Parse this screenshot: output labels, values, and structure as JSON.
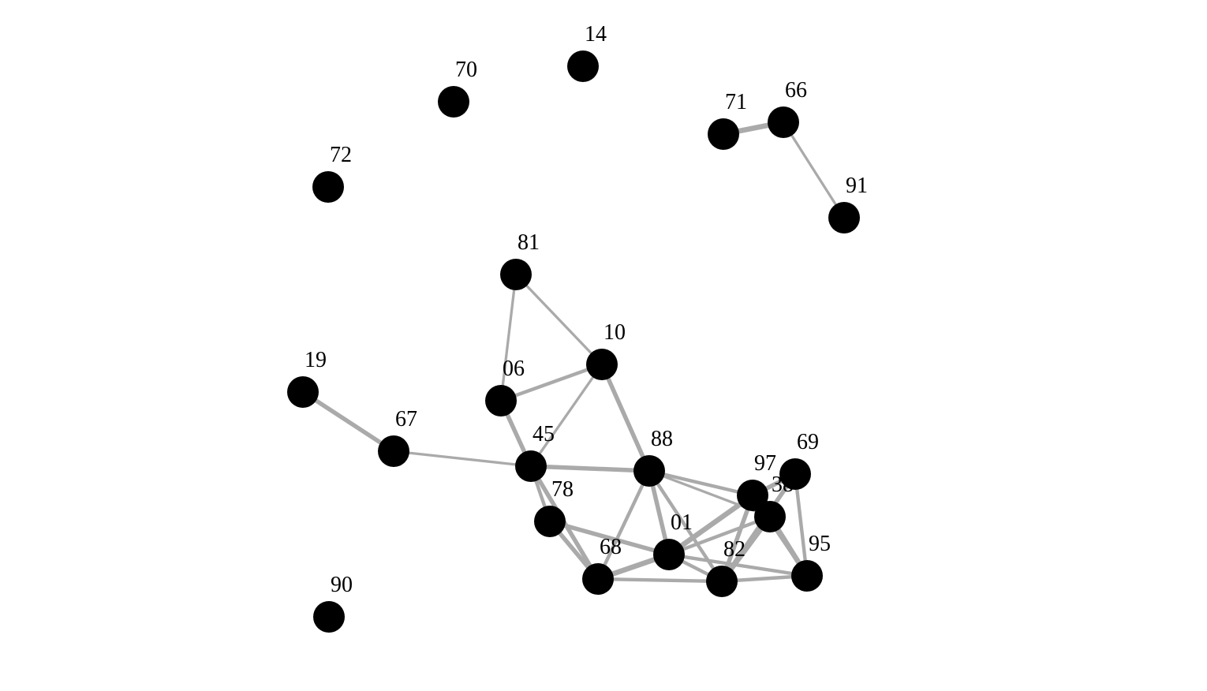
{
  "graph": {
    "node_color": "#000000",
    "edge_color": "#aaaaaa",
    "nodes": [
      {
        "id": "14"
      },
      {
        "id": "70"
      },
      {
        "id": "72"
      },
      {
        "id": "71"
      },
      {
        "id": "66"
      },
      {
        "id": "91"
      },
      {
        "id": "81"
      },
      {
        "id": "10"
      },
      {
        "id": "19"
      },
      {
        "id": "06"
      },
      {
        "id": "67"
      },
      {
        "id": "45"
      },
      {
        "id": "88"
      },
      {
        "id": "97"
      },
      {
        "id": "69"
      },
      {
        "id": "38"
      },
      {
        "id": "78"
      },
      {
        "id": "01"
      },
      {
        "id": "68"
      },
      {
        "id": "82"
      },
      {
        "id": "95"
      },
      {
        "id": "90"
      }
    ],
    "edges": [
      {
        "source": "71",
        "target": "66",
        "weight": 3
      },
      {
        "source": "66",
        "target": "91",
        "weight": 1.5
      },
      {
        "source": "81",
        "target": "10",
        "weight": 1.5
      },
      {
        "source": "81",
        "target": "06",
        "weight": 1.5
      },
      {
        "source": "10",
        "target": "06",
        "weight": 2
      },
      {
        "source": "10",
        "target": "45",
        "weight": 1.5
      },
      {
        "source": "10",
        "target": "88",
        "weight": 2.5
      },
      {
        "source": "19",
        "target": "67",
        "weight": 2.5
      },
      {
        "source": "67",
        "target": "45",
        "weight": 1.5
      },
      {
        "source": "06",
        "target": "45",
        "weight": 2.5
      },
      {
        "source": "45",
        "target": "88",
        "weight": 2.5
      },
      {
        "source": "45",
        "target": "78",
        "weight": 2
      },
      {
        "source": "45",
        "target": "68",
        "weight": 2.5
      },
      {
        "source": "78",
        "target": "68",
        "weight": 2.5
      },
      {
        "source": "78",
        "target": "01",
        "weight": 2.5
      },
      {
        "source": "88",
        "target": "68",
        "weight": 2
      },
      {
        "source": "88",
        "target": "01",
        "weight": 2.5
      },
      {
        "source": "88",
        "target": "82",
        "weight": 2
      },
      {
        "source": "88",
        "target": "97",
        "weight": 2
      },
      {
        "source": "88",
        "target": "38",
        "weight": 1.5
      },
      {
        "source": "68",
        "target": "01",
        "weight": 3
      },
      {
        "source": "68",
        "target": "82",
        "weight": 2
      },
      {
        "source": "01",
        "target": "97",
        "weight": 3
      },
      {
        "source": "01",
        "target": "38",
        "weight": 2
      },
      {
        "source": "01",
        "target": "82",
        "weight": 2
      },
      {
        "source": "01",
        "target": "95",
        "weight": 2
      },
      {
        "source": "82",
        "target": "97",
        "weight": 2.5
      },
      {
        "source": "82",
        "target": "38",
        "weight": 3
      },
      {
        "source": "82",
        "target": "69",
        "weight": 2.5
      },
      {
        "source": "82",
        "target": "95",
        "weight": 2
      },
      {
        "source": "38",
        "target": "95",
        "weight": 3
      },
      {
        "source": "97",
        "target": "69",
        "weight": 2.5
      },
      {
        "source": "69",
        "target": "95",
        "weight": 2
      },
      {
        "source": "97",
        "target": "95",
        "weight": 2
      }
    ]
  }
}
